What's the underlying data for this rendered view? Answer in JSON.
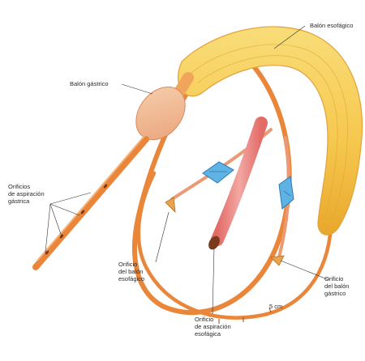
{
  "labels": {
    "balon_esofagico": "Balón esofágico",
    "balon_gastrico": "Balón gástrico",
    "orificios_aspiracion_gastrica": "Orificios\nde aspiración\ngástrica",
    "orificio_balon_esofagico": "Orificio\ndel balón\nesofágico",
    "orificio_aspiracion_esofagica": "Orificio\nde aspiración\nesofágica",
    "orificio_balon_gastrico": "Orificio\ndel balón\ngástrico",
    "centimeter_mark": "5 cm"
  },
  "colors": {
    "tube_orange": "#e9863a",
    "tube_red": "#e2604f",
    "esophageal_balloon": "#f6c84e",
    "gastric_balloon": "#f2b98f",
    "valve_blue": "#5fb3e3",
    "hole": "#7a3a1c"
  }
}
